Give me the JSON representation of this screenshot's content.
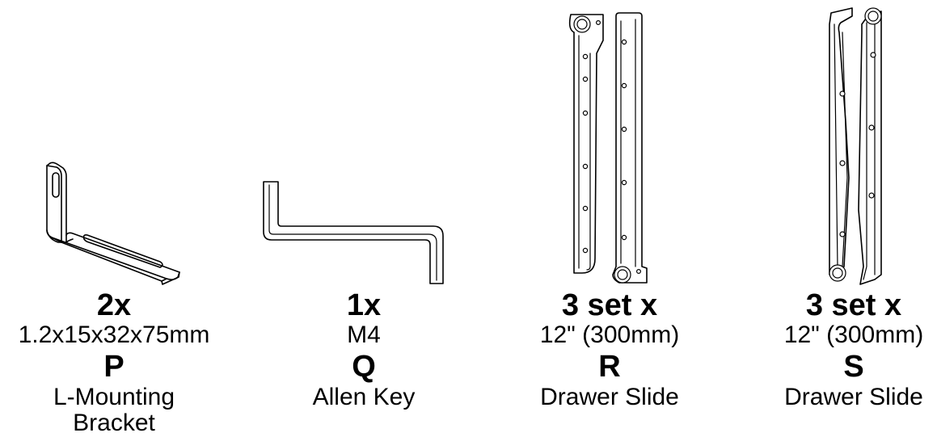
{
  "parts": [
    {
      "id": "P",
      "quantity": "2x",
      "spec": "1.2x15x32x75mm",
      "letter": "P",
      "name": "L-Mounting Bracket",
      "icon": "l-bracket-icon"
    },
    {
      "id": "Q",
      "quantity": "1x",
      "spec": "M4",
      "letter": "Q",
      "name": "Allen Key",
      "icon": "allen-key-icon"
    },
    {
      "id": "R",
      "quantity": "3 set x",
      "spec": "12\" (300mm)",
      "letter": "R",
      "name": "Drawer Slide",
      "icon": "drawer-slide-icon"
    },
    {
      "id": "S",
      "quantity": "3 set x",
      "spec": "12\" (300mm)",
      "letter": "S",
      "name": "Drawer Slide",
      "icon": "drawer-slide-side-icon"
    }
  ]
}
